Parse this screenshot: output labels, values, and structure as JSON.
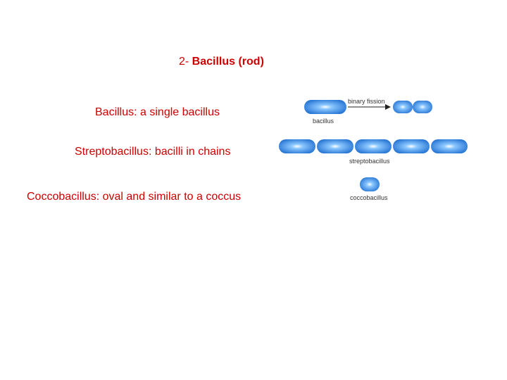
{
  "slide": {
    "title_prefix": "2- ",
    "title_bold": "Bacillus (rod)",
    "lines": [
      "Bacillus: a single bacillus",
      "Streptobacillus: bacilli in chains",
      "Coccobacillus: oval and similar to a coccus"
    ]
  },
  "diagram": {
    "labels": {
      "binary_fission": "binary fission",
      "bacillus": "bacillus",
      "streptobacillus": "streptobacillus",
      "coccobacillus": "coccobacillus"
    },
    "colors": {
      "cell_outer": "#1f6fd1",
      "cell_inner": "#6fb4ff",
      "cell_highlight": "#ffffff",
      "arrow": "#222222"
    }
  }
}
